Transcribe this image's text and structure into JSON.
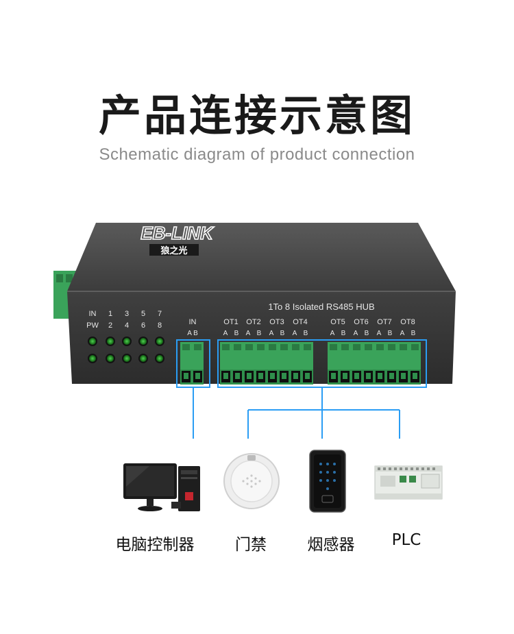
{
  "title": "产品连接示意图",
  "subtitle": "Schematic diagram of product connection",
  "device": {
    "brand": "EB-LINK",
    "brand_cn": "狼之光",
    "hub_label": "1To 8 Isolated RS485 HUB",
    "led_top_labels": [
      "IN",
      "1",
      "3",
      "5",
      "7"
    ],
    "led_bottom_labels": [
      "PW",
      "2",
      "4",
      "6",
      "8"
    ],
    "in_port": {
      "label": "IN",
      "pins": "A B"
    },
    "ports_group1": [
      "OT1",
      "OT2",
      "OT3",
      "OT4"
    ],
    "ports_group2": [
      "OT5",
      "OT6",
      "OT7",
      "OT8"
    ],
    "pin_a": "A",
    "pin_b": "B"
  },
  "connected_devices": [
    {
      "label": "电脑控制器",
      "icon": "computer-icon"
    },
    {
      "label": "门禁",
      "icon": "smoke-detector-icon"
    },
    {
      "label": "烟感器",
      "icon": "access-control-keypad-icon"
    },
    {
      "label": "PLC",
      "icon": "plc-icon"
    }
  ],
  "colors": {
    "highlight_box": "#2a9df4",
    "connector_line": "#2a9df4",
    "terminal_green": "#2f9e4a",
    "device_body": "#3a3a3a"
  }
}
